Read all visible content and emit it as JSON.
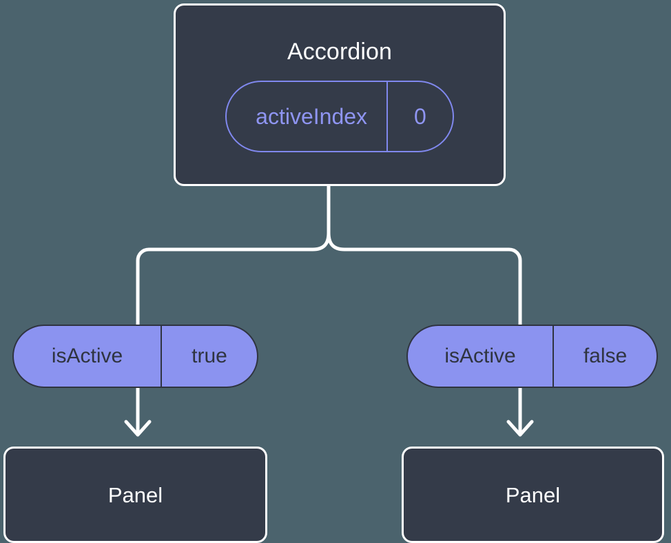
{
  "diagram": {
    "type": "component-state-tree",
    "background_color": "#4b636d",
    "connector_color": "#ffffff",
    "node_fill": "#343b49",
    "node_border": "#ffffff",
    "accent_color": "#8b93f0",
    "accent_text": "#8f95f2",
    "pill_text_dark": "#2f3440"
  },
  "root": {
    "title": "Accordion",
    "state": {
      "key": "activeIndex",
      "value": "0"
    }
  },
  "branches": [
    {
      "prop": {
        "key": "isActive",
        "value": "true"
      },
      "child": {
        "title": "Panel"
      }
    },
    {
      "prop": {
        "key": "isActive",
        "value": "false"
      },
      "child": {
        "title": "Panel"
      }
    }
  ]
}
